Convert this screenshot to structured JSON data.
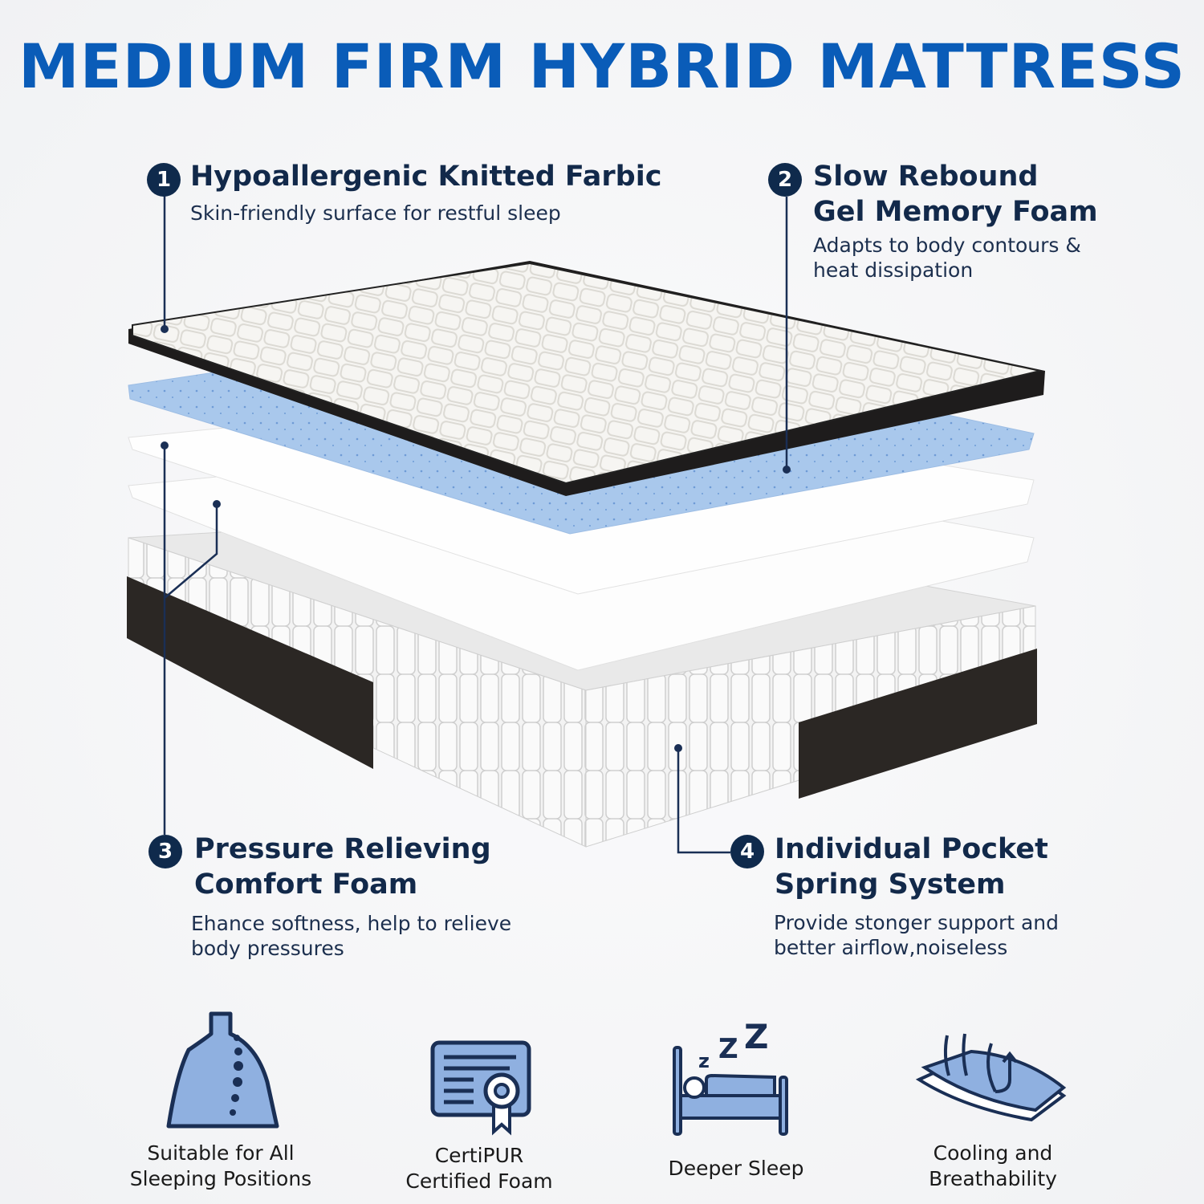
{
  "title": "MEDIUM FIRM HYBRID MATTRESS",
  "layers": [
    {
      "number": "1",
      "title_lines": [
        "Hypoallergenic Knitted Farbic"
      ],
      "desc_lines": [
        "Skin-friendly surface for restful sleep"
      ]
    },
    {
      "number": "2",
      "title_lines": [
        "Slow Rebound",
        "Gel Memory Foam"
      ],
      "desc_lines": [
        "Adapts to body contours &",
        "heat dissipation"
      ]
    },
    {
      "number": "3",
      "title_lines": [
        "Pressure Relieving",
        "Comfort Foam"
      ],
      "desc_lines": [
        "Ehance softness, help to relieve",
        "body pressures"
      ]
    },
    {
      "number": "4",
      "title_lines": [
        "Individual Pocket",
        "Spring System"
      ],
      "desc_lines": [
        "Provide stonger support and",
        "better airflow,noiseless"
      ]
    }
  ],
  "features": [
    {
      "icon": "spine-icon",
      "lines": [
        "Suitable for All",
        "Sleeping Positions"
      ]
    },
    {
      "icon": "certificate-icon",
      "lines": [
        "CertiPUR",
        "Certified Foam"
      ]
    },
    {
      "icon": "sleeping-bed-icon",
      "lines": [
        "Deeper Sleep"
      ]
    },
    {
      "icon": "cooling-layer-icon",
      "lines": [
        "Cooling and",
        "Breathability"
      ]
    }
  ],
  "colors": {
    "title": "#0a5cb8",
    "navy": "#12294a",
    "icon_fill": "#8fb0e0"
  }
}
